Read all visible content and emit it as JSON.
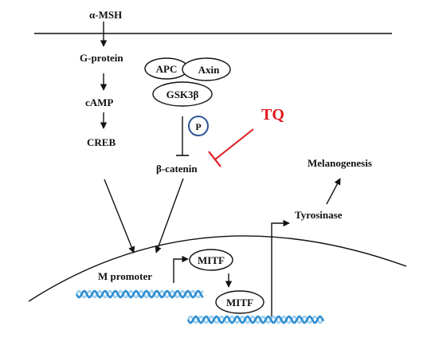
{
  "diagram": {
    "ligand": "α-MSH",
    "camp_pathway": [
      "G-protein",
      "cAMP",
      "CREB"
    ],
    "destruction_complex": [
      "APC",
      "Axin",
      "GSK3β"
    ],
    "phospho_label": "P",
    "beta_catenin": "β-catenin",
    "inhibitor": "TQ",
    "promoter": "M promoter",
    "mitf_transcript": "MITF",
    "mitf_protein": "MITF",
    "tyrosinase": "Tyrosinase",
    "melanogenesis": "Melanogenesis"
  },
  "colors": {
    "inhibitor_red": "#e0191f",
    "phospho_blue": "#2f5597",
    "dna_blue": "#2e8ed1",
    "dna_light": "#9fd0ef"
  }
}
